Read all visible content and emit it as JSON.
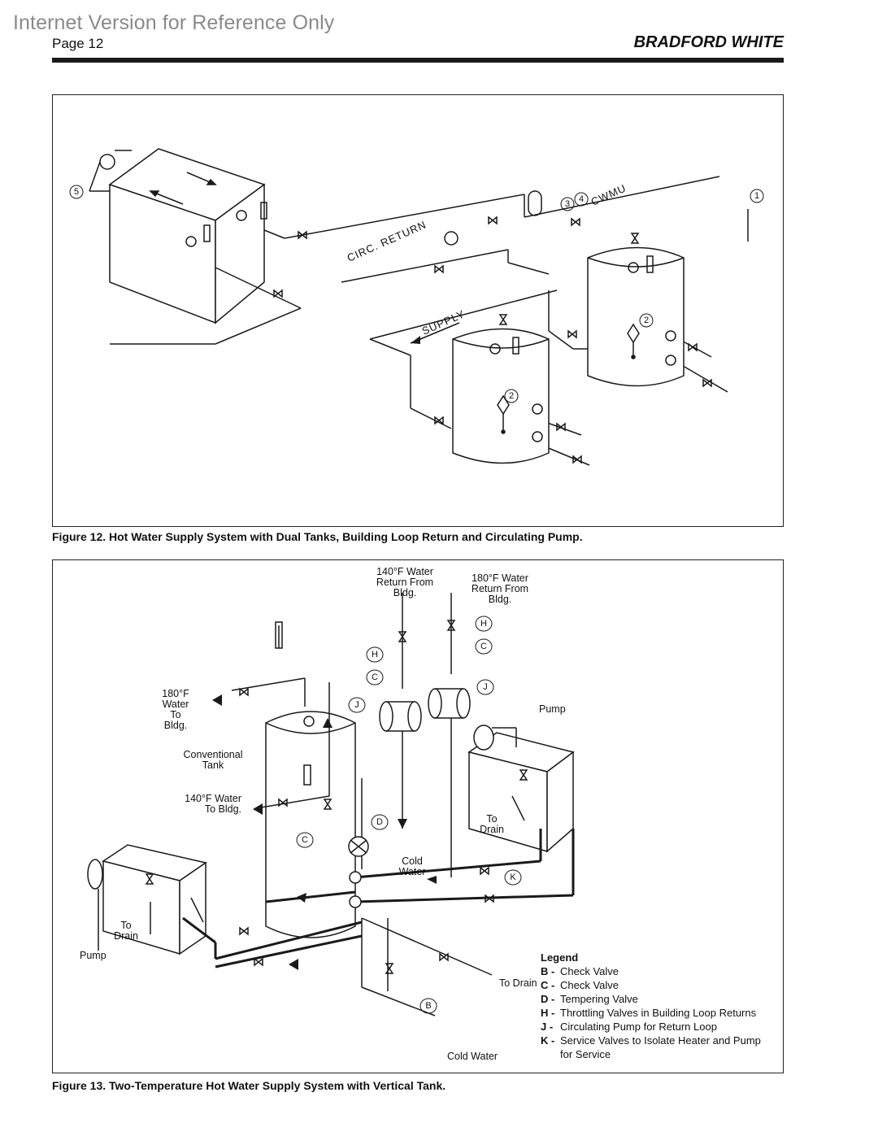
{
  "header": {
    "watermark": "Internet Version for Reference Only",
    "page": "Page 12",
    "brand": "BRADFORD WHITE"
  },
  "figure12": {
    "caption": "Figure 12. Hot Water Supply System with Dual Tanks, Building Loop Return and Circulating Pump.",
    "labels": {
      "circ_return": "CIRC. RETURN",
      "supply": "SUPPLY",
      "cwmu": "CWMU",
      "n1": "1",
      "n2": "2",
      "n3": "3",
      "n4": "4",
      "n5": "5"
    }
  },
  "figure13": {
    "caption": "Figure 13. Two-Temperature Hot Water Supply System with Vertical Tank.",
    "labels": {
      "return140": "140°F Water\nReturn  From\nBldg.",
      "return180": "180°F Water\nReturn  From\nBldg.",
      "to_bldg180": "180°F\nWater\nTo\nBldg.",
      "conventional_tank": "Conventional\nTank",
      "to_bldg140": "140°F Water\nTo Bldg.",
      "pump": "Pump",
      "to_drain": "To\nDrain",
      "cold_water_center": "Cold\nWater",
      "to_drain_inline": "To Drain",
      "cold_water_bottom": "Cold Water",
      "B": "B",
      "C": "C",
      "D": "D",
      "H": "H",
      "J": "J",
      "K": "K"
    },
    "legend": {
      "title": "Legend",
      "items": [
        {
          "key": "B -",
          "text": "Check Valve"
        },
        {
          "key": "C -",
          "text": "Check Valve"
        },
        {
          "key": "D -",
          "text": "Tempering Valve"
        },
        {
          "key": "H -",
          "text": "Throttling Valves in Building Loop Returns"
        },
        {
          "key": "J -",
          "text": "Circulating Pump for Return Loop"
        },
        {
          "key": "K -",
          "text": "Service Valves to Isolate Heater and Pump"
        }
      ],
      "continuation": "for Service"
    }
  }
}
